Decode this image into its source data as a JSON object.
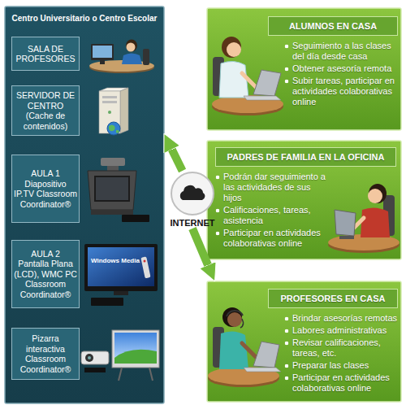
{
  "diagram": {
    "nodes": [
      {
        "text": [
          "Centro Universitario o Centro Escolar"
        ]
      },
      {
        "text": [
          "SALA DE PROFESORES"
        ],
        "in": 0
      },
      {
        "text": [
          "SERVIDOR DE CENTRO",
          "(Cache de contenidos)"
        ],
        "in": 0
      },
      {
        "text": [
          "AULA 1",
          "Diapositivo IP.TV Classroom Coordinator®"
        ],
        "in": 0
      },
      {
        "text": [
          "AULA 2",
          "Pantalla Plana (LCD), WMC PC Classroom Coordinator®"
        ],
        "in": 0
      },
      {
        "text": [
          "Pizarra interactiva Classroom Coordinator®"
        ],
        "in": 0
      },
      {
        "text": [
          "INTERNET"
        ]
      },
      {
        "text": [
          "ALUMNOS EN CASA",
          "Seguimiento a las clases del día desde casa",
          "Obtener asesoría remota",
          "Subir tareas, participar en actividades colaborativas online"
        ]
      },
      {
        "text": [
          "PADRES DE FAMILIA EN LA OFICINA",
          "Podrán dar seguimiento a las actividades de sus hijos",
          "Calificaciones, tareas, asistencia",
          "Participar en actividades colaborativas online"
        ]
      },
      {
        "text": [
          "PROFESORES EN CASA",
          "Brindar asesorías remotas",
          "Labores administrativas",
          "Revisar calificaciones, tareas, etc.",
          "Preparar las clases",
          "Participar en actividades colaborativas online"
        ]
      }
    ],
    "edges": [
      {
        "from": 6,
        "to": 0,
        "arrow": "to"
      },
      {
        "from": 6,
        "to": 9,
        "arrow": "to"
      }
    ],
    "labels": [
      "Windows Media"
    ]
  }
}
